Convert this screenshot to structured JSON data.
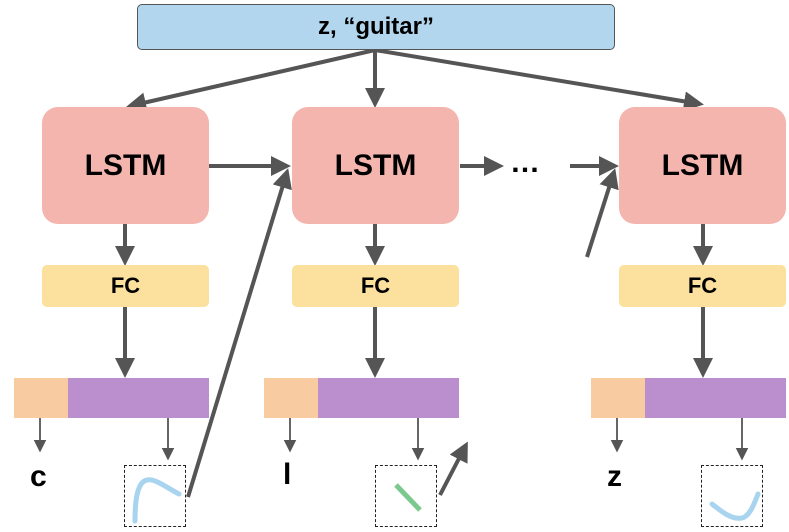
{
  "input": {
    "label": "z, “guitar”"
  },
  "cells": [
    {
      "lstm_label": "LSTM",
      "fc_label": "FC",
      "token": "c"
    },
    {
      "lstm_label": "LSTM",
      "fc_label": "FC",
      "token": "l"
    },
    {
      "lstm_label": "LSTM",
      "fc_label": "FC",
      "token": "z"
    }
  ],
  "ellipsis": "…",
  "colors": {
    "input": "#b2d6ee",
    "lstm": "#f4b5ae",
    "fc": "#fbe19d",
    "bar_orange": "#f8cba0",
    "bar_purple": "#bb8fce",
    "arrow": "#555555",
    "stroke_c": "#a9d4ef",
    "stroke_l": "#7cc98f",
    "stroke_z": "#a9d4ef"
  }
}
